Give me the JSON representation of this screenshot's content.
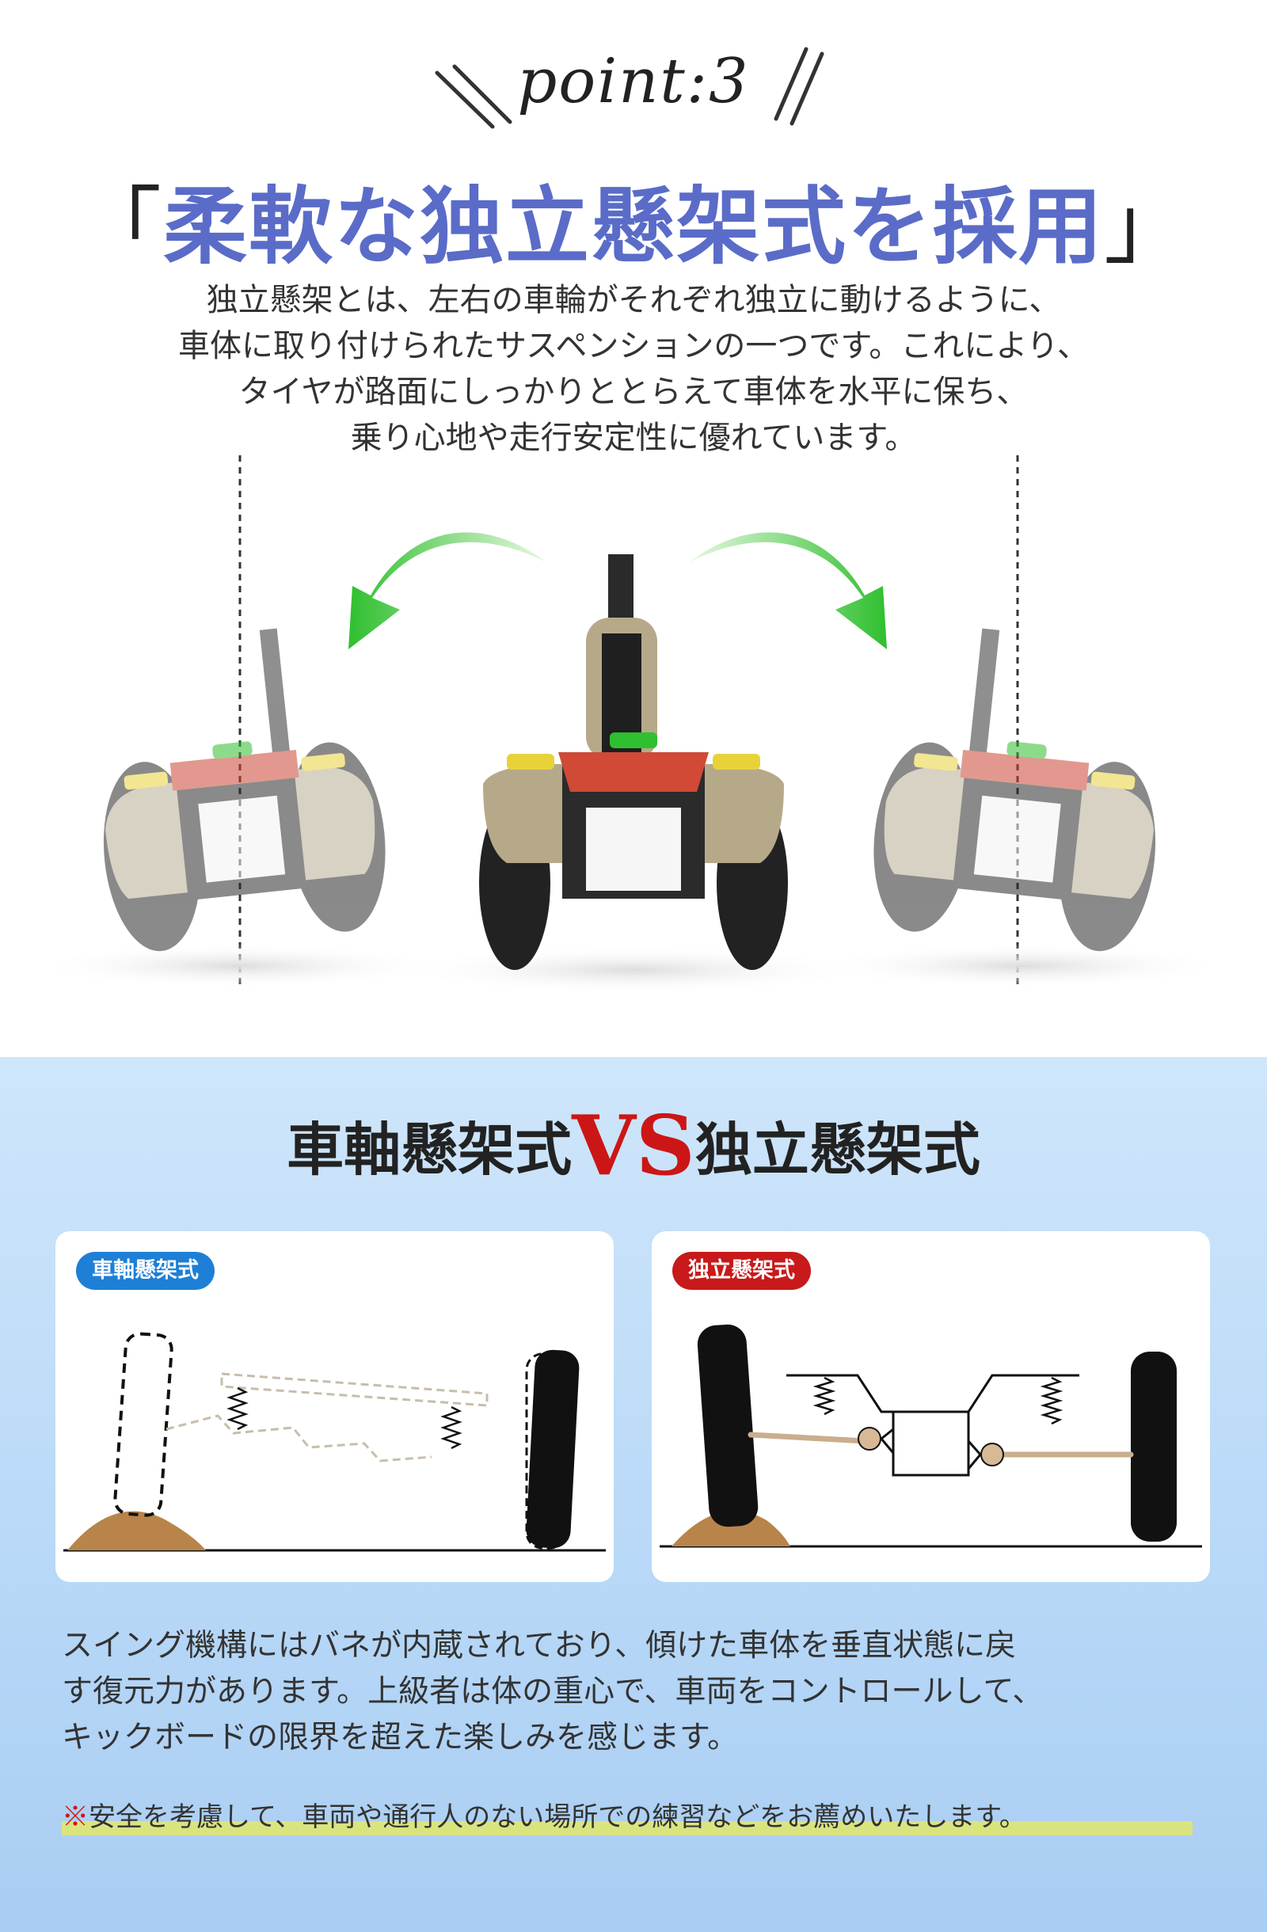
{
  "header": {
    "point_label": "point:3",
    "bracket_open": "「",
    "title": "柔軟な独立懸架式を採用",
    "bracket_close": "」"
  },
  "intro": {
    "lines": [
      "独立懸架とは、左右の車輪がそれぞれ独立に動けるように、",
      "車体に取り付けられたサスペンションの一つです。これにより、",
      "タイヤが路面にしっかりととらえて車体を水平に保ち、",
      "乗り心地や走行安定性に優れています。"
    ]
  },
  "comparison": {
    "left_heading": "車軸懸架式",
    "vs": "VS",
    "right_heading": "独立懸架式",
    "left_badge": "車軸懸架式",
    "right_badge": "独立懸架式"
  },
  "description": {
    "lines": [
      "スイング機構にはバネが内蔵されており、傾けた車体を垂直状態に戻",
      "す復元力があります。上級者は体の重心で、車両をコントロールして、",
      "キックボードの限界を超えた楽しみを感じます。"
    ]
  },
  "note": {
    "mark": "※",
    "text": "安全を考慮して、車両や通行人のない場所での練習などをお薦めいたします。"
  },
  "colors": {
    "title": "#5a6cc8",
    "vs": "#cc1616",
    "badge_left": "#1e7fd6",
    "badge_right": "#c81a1a",
    "arrow": "#3cc43c",
    "highlight": "#e2e86a"
  }
}
